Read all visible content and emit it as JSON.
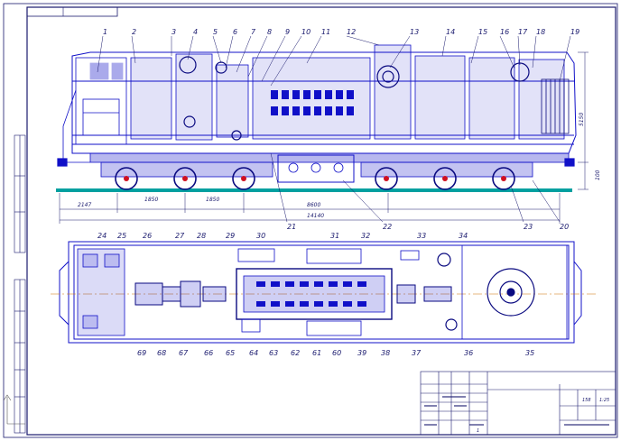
{
  "top_callouts": [
    "1",
    "2",
    "3",
    "4",
    "5",
    "6",
    "7",
    "8",
    "9",
    "10",
    "11",
    "12",
    "13",
    "14",
    "15",
    "16",
    "17",
    "18",
    "19"
  ],
  "side_bottom_callouts": [
    "21",
    "22",
    "23",
    "20"
  ],
  "plan_top_callouts": [
    "24",
    "25",
    "26",
    "27",
    "28",
    "29",
    "30",
    "31",
    "32",
    "33",
    "34"
  ],
  "plan_bottom_callouts": [
    "69",
    "68",
    "67",
    "66",
    "65",
    "64",
    "63",
    "62",
    "61",
    "60",
    "39",
    "38",
    "37",
    "36",
    "35"
  ],
  "dimensions": {
    "d1": "2147",
    "d2": "1850",
    "d3": "1850",
    "d4": "8600",
    "d5": "14140",
    "height": "5150",
    "small_height": "100"
  },
  "title_block": {
    "sheet": "1",
    "scale": "1:25",
    "mass": "158"
  },
  "colors": {
    "ink": "#1010c8",
    "dark": "#0a0a80",
    "rail": "#00a0a0",
    "axis": "#d07000",
    "frame": "#1a1a6e"
  }
}
